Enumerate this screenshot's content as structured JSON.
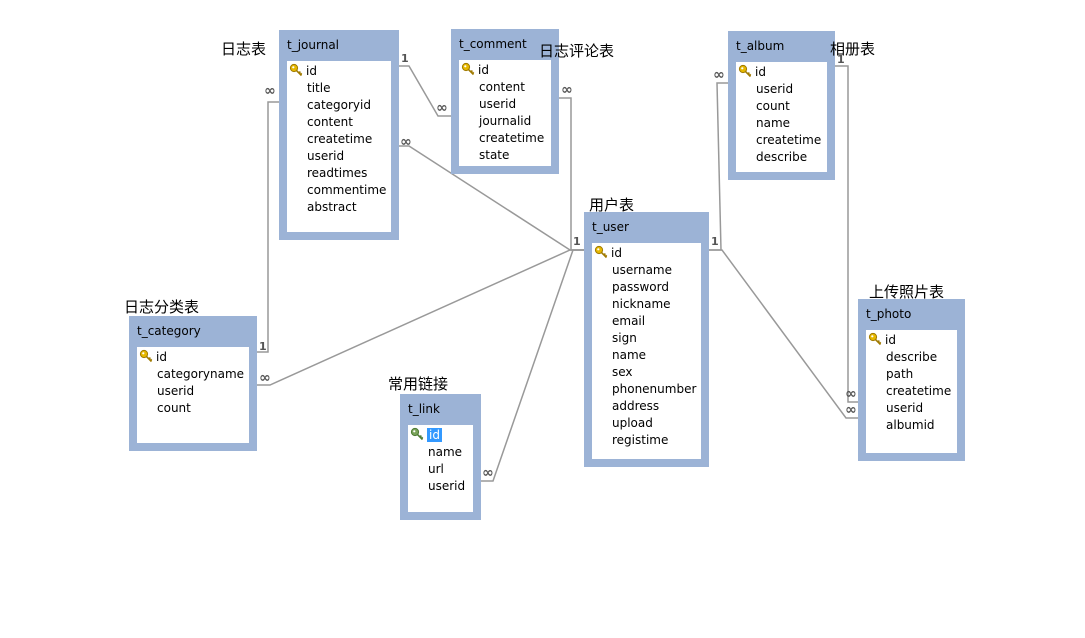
{
  "tables": [
    {
      "id": "t_journal",
      "title": "t_journal",
      "caption": "日志表",
      "fields": [
        "id",
        "title",
        "categoryid",
        "content",
        "createtime",
        "userid",
        "readtimes",
        "commentime",
        "abstract"
      ]
    },
    {
      "id": "t_comment",
      "title": "t_comment",
      "caption": "日志评论表",
      "fields": [
        "id",
        "content",
        "userid",
        "journalid",
        "createtime",
        "state"
      ]
    },
    {
      "id": "t_album",
      "title": "t_album",
      "caption": "相册表",
      "fields": [
        "id",
        "userid",
        "count",
        "name",
        "createtime",
        "describe"
      ]
    },
    {
      "id": "t_user",
      "title": "t_user",
      "caption": "用户表",
      "fields": [
        "id",
        "username",
        "password",
        "nickname",
        "email",
        "sign",
        "name",
        "sex",
        "phonenumber",
        "address",
        "upload",
        "registime"
      ]
    },
    {
      "id": "t_photo",
      "title": "t_photo",
      "caption": "上传照片表",
      "fields": [
        "id",
        "describe",
        "path",
        "createtime",
        "userid",
        "albumid"
      ]
    },
    {
      "id": "t_category",
      "title": "t_category",
      "caption": "日志分类表",
      "fields": [
        "id",
        "categoryname",
        "userid",
        "count"
      ]
    },
    {
      "id": "t_link",
      "title": "t_link",
      "caption": "常用链接",
      "fields": [
        "id",
        "name",
        "url",
        "userid"
      ],
      "selected_field": 0
    }
  ],
  "relation_marks": {
    "one": "1",
    "many": "∞"
  },
  "colors": {
    "table_header": "#9cb3d6",
    "line": "#999999",
    "selected": "#3399ff",
    "key": "#e6b800"
  }
}
